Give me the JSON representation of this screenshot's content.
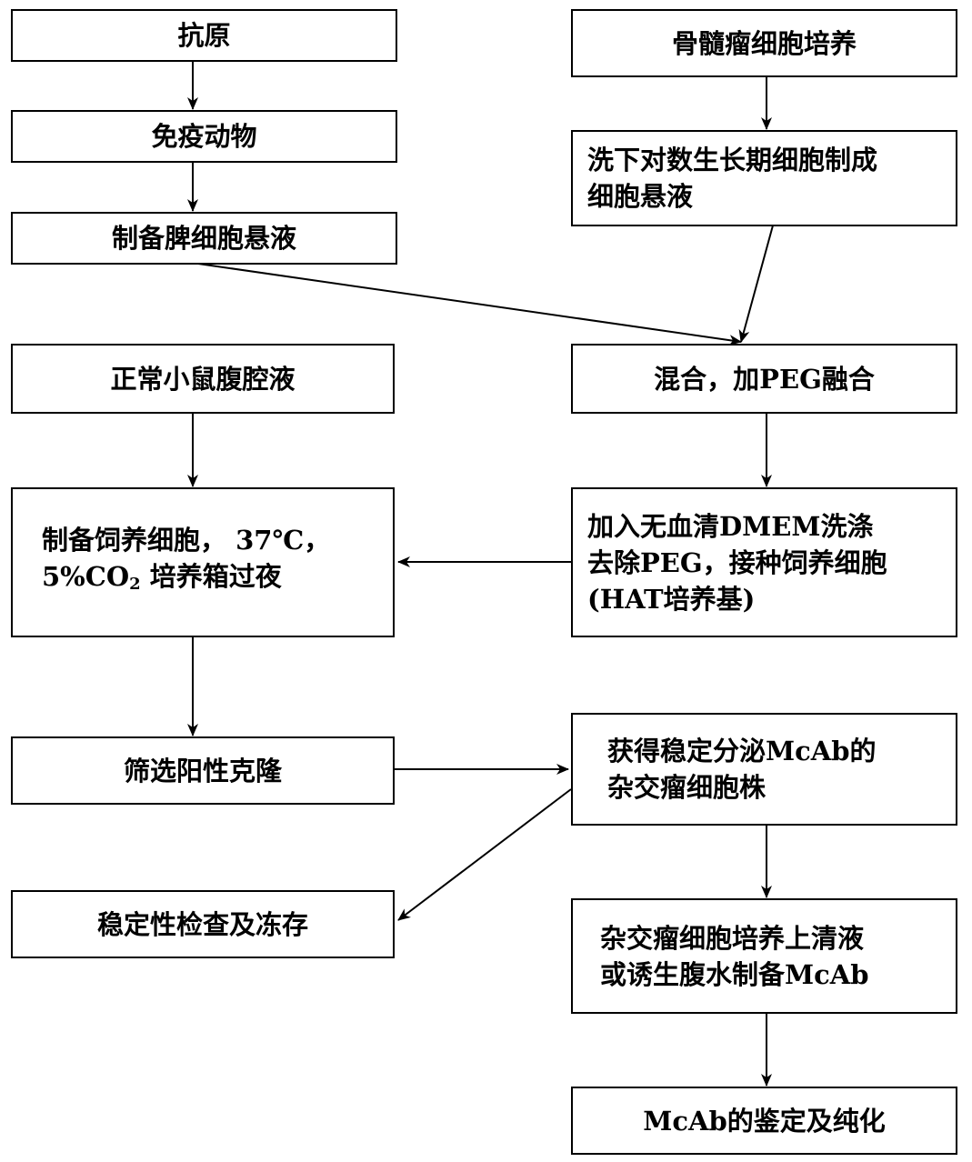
{
  "nodes": {
    "antigen": "抗原",
    "immunize": "免疫动物",
    "spleen": "制备脾细胞悬液",
    "myeloma": "骨髓瘤细胞培养",
    "wash_line1": "洗下对数生长期细胞制成",
    "wash_line2": "细胞悬液",
    "mix": "混合，加PEG融合",
    "ascites": "正常小鼠腹腔液",
    "feeder_line1": "制备饲养细胞， 37℃，",
    "feeder_line2_a": "5%CO",
    "feeder_line2_sub": "2",
    "feeder_line2_b": " 培养箱过夜",
    "dmem_line1": "加入无血清DMEM洗涤",
    "dmem_line2": "去除PEG，接种饲养细胞",
    "dmem_line3": "(HAT培养基)",
    "screen": "筛选阳性克隆",
    "stable_line1": "获得稳定分泌McAb的",
    "stable_line2": "杂交瘤细胞株",
    "check": "稳定性检查及冻存",
    "culture_line1": "杂交瘤细胞培养上清液",
    "culture_line2": "或诱生腹水制备McAb",
    "purify": "McAb的鉴定及纯化"
  }
}
